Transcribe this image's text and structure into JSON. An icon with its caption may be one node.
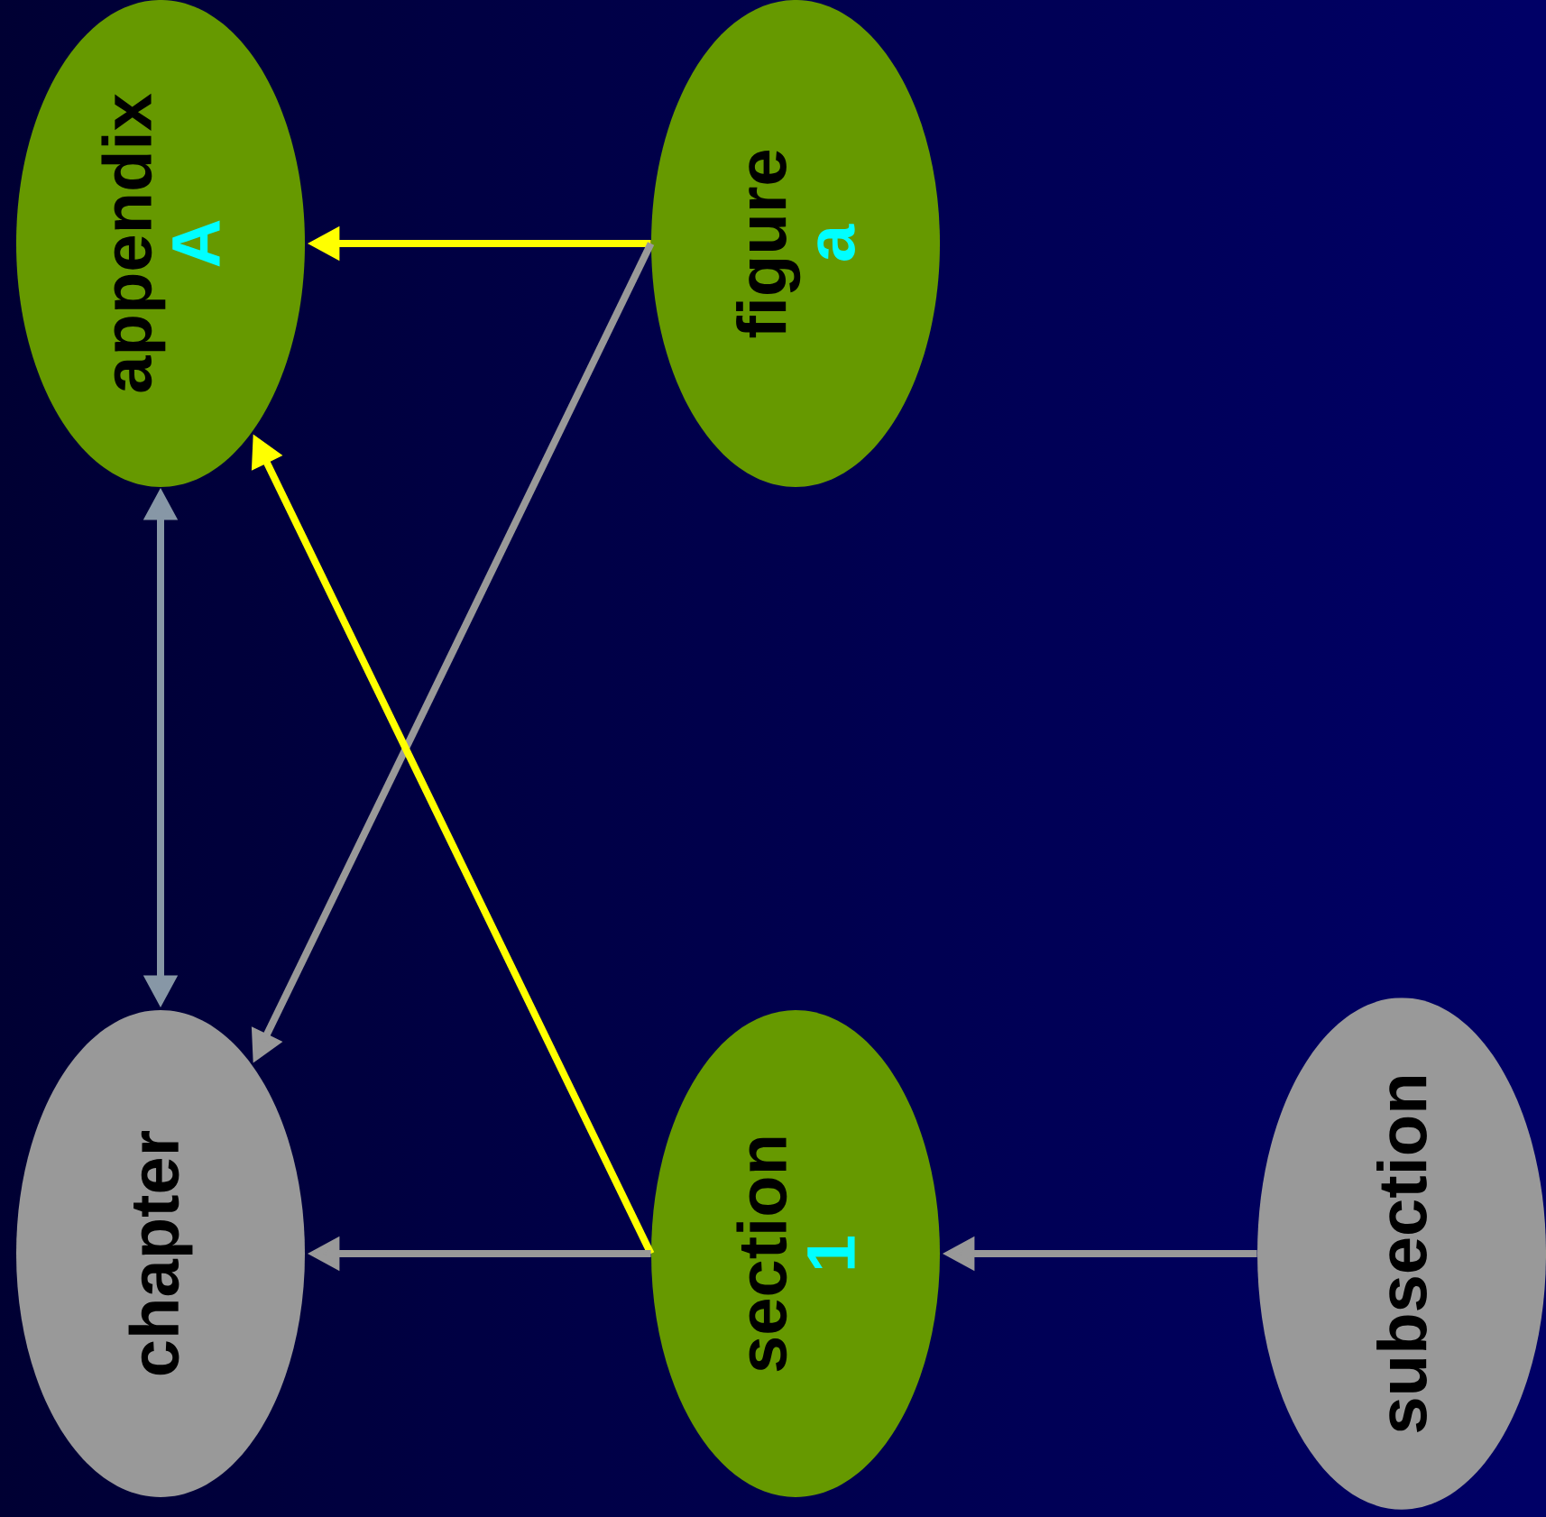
{
  "diagram": {
    "nodes": [
      {
        "text": [
          "appendix",
          "A"
        ]
      },
      {
        "text": [
          "figure",
          "a"
        ]
      },
      {
        "text": [
          "chapter"
        ]
      },
      {
        "text": [
          "section",
          "1"
        ]
      },
      {
        "text": [
          "subsection"
        ]
      }
    ],
    "edges": [
      {
        "from": 1,
        "to": 0,
        "arrow": "to",
        "color": "#ffff00"
      },
      {
        "from": 1,
        "to": 2,
        "arrow": "to"
      },
      {
        "from": 3,
        "to": 0,
        "arrow": "to",
        "color": "#ffff00"
      },
      {
        "from": 0,
        "to": 2,
        "arrow": "both",
        "color": "#8797a6"
      },
      {
        "from": 3,
        "to": 2,
        "arrow": "to"
      },
      {
        "from": 4,
        "to": 3,
        "arrow": "to"
      }
    ]
  }
}
